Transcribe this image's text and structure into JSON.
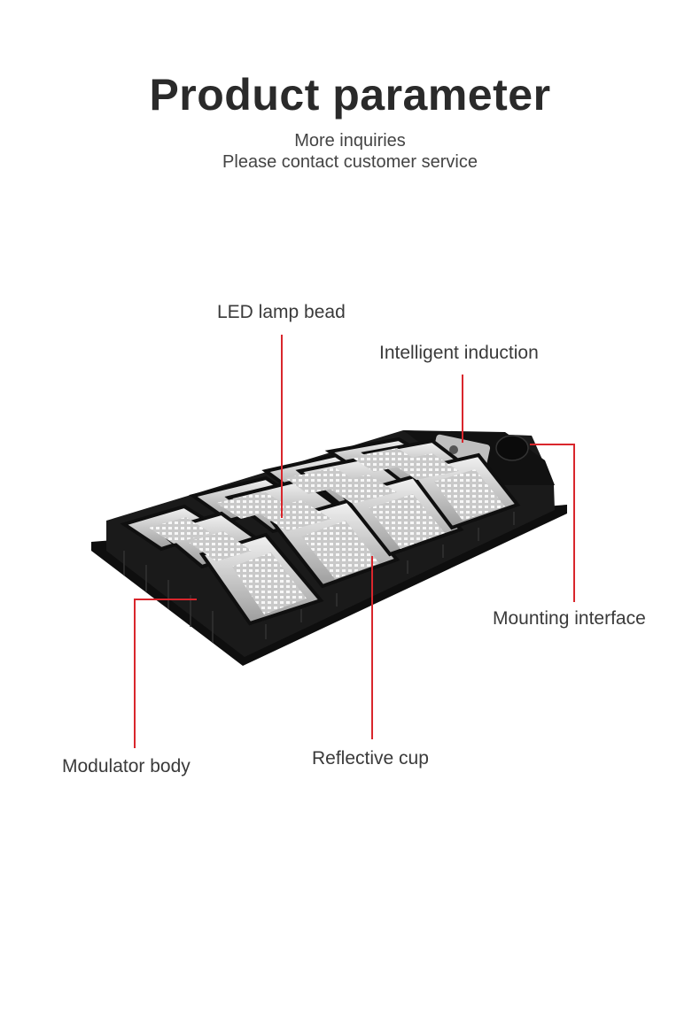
{
  "header": {
    "title": "Product parameter",
    "subtitle_line1": "More inquiries",
    "subtitle_line2": "Please contact customer service"
  },
  "labels": {
    "led_lamp_bead": "LED lamp bead",
    "intelligent_induction": "Intelligent induction",
    "mounting_interface": "Mounting interface",
    "modulator_body": "Modulator body",
    "reflective_cup": "Reflective cup"
  },
  "colors": {
    "leader_line": "#d9262c",
    "body": "#151515",
    "cup": "#d8d8d8"
  },
  "icons": {
    "product": "solar-street-light-icon"
  }
}
